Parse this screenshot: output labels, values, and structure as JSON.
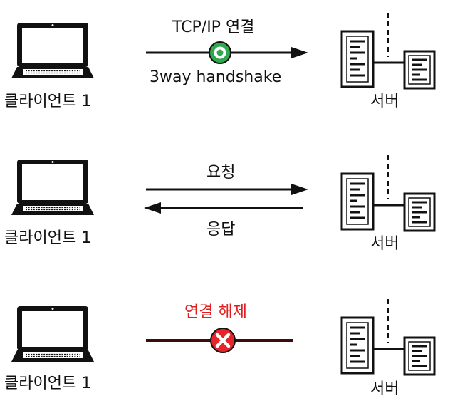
{
  "colors": {
    "line": "#111111",
    "connect_badge": "#2fa84f",
    "disconnect_badge": "#e5242b",
    "disconnect_line": "#3a0c0c",
    "disconnect_text": "#e02020"
  },
  "icons": {
    "client": "laptop-icon",
    "server": "server-icon"
  },
  "rows": [
    {
      "client_label": "클라이언트 1",
      "server_label": "서버",
      "label_top": "TCP/IP 연결",
      "label_bottom": "3way handshake"
    },
    {
      "client_label": "클라이언트 1",
      "server_label": "서버",
      "label_top": "요청",
      "label_bottom": "응답"
    },
    {
      "client_label": "클라이언트 1",
      "server_label": "서버",
      "label_top": "연결 해제"
    }
  ]
}
